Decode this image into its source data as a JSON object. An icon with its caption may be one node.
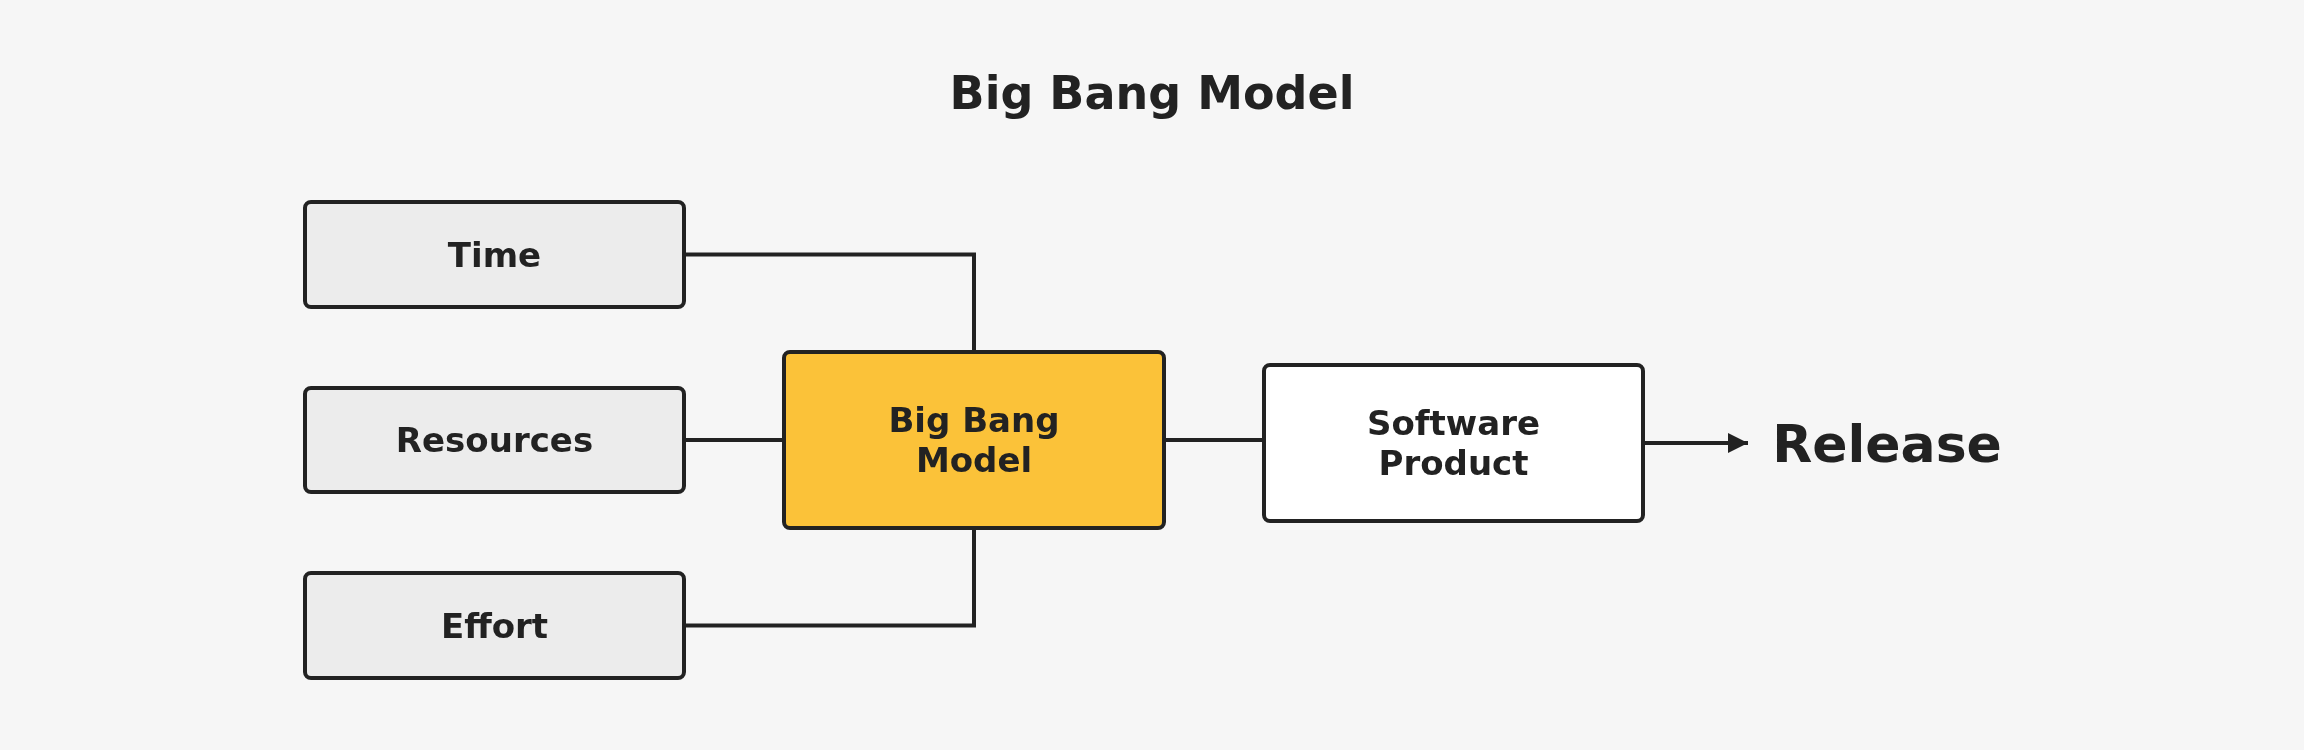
{
  "diagram": {
    "title": "Big Bang Model",
    "nodes": [
      {
        "text": [
          "Time"
        ]
      },
      {
        "text": [
          "Resources"
        ]
      },
      {
        "text": [
          "Effort"
        ]
      },
      {
        "text": [
          "Big Bang Model"
        ]
      },
      {
        "text": [
          "Software Product"
        ]
      },
      {
        "text": [
          "Release"
        ]
      }
    ],
    "edges": [
      {
        "from": 0,
        "to": 3,
        "arrow": "none"
      },
      {
        "from": 1,
        "to": 3,
        "arrow": "none"
      },
      {
        "from": 2,
        "to": 3,
        "arrow": "none"
      },
      {
        "from": 3,
        "to": 4,
        "arrow": "none"
      },
      {
        "from": 4,
        "to": 5,
        "arrow": "to"
      }
    ]
  }
}
